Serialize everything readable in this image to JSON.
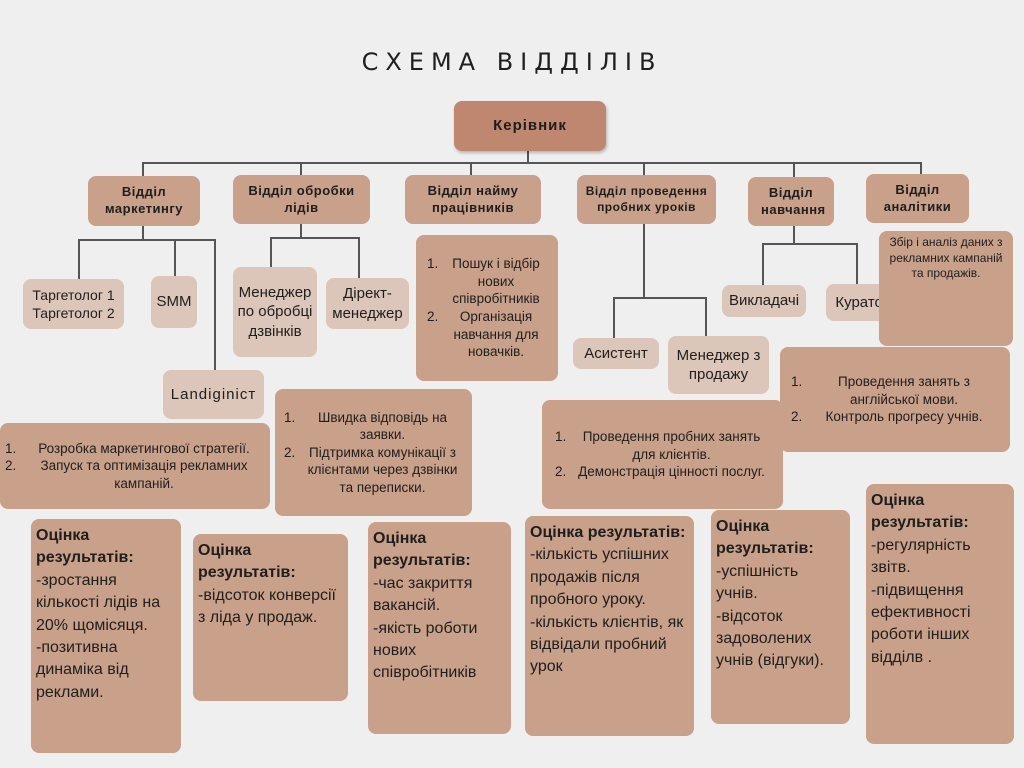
{
  "title": "СХЕМА ВІДДІЛІВ",
  "head": "Керівник",
  "departments": [
    "Відділ маркетингу",
    "Відділ обробки лідів",
    "Відділ найму працівників",
    "Відділ проведення пробних уроків",
    "Відділ навчання",
    "Відділ аналітики"
  ],
  "roles": {
    "targetologist": "Таргетолог 1\nТаргетолог 2",
    "smm": "SMM",
    "landing": "Landiginicт",
    "call_manager": "Менеджер по обробці дзвінків",
    "direct_manager": "Дірект-менеджер",
    "assistant": "Асистент",
    "sales_manager": "Менеджер з продажу",
    "teachers": "Викладачі",
    "curators": "Куратори"
  },
  "tasks": {
    "marketing": [
      "Розробка маркетингової стратегії.",
      "Запуск та оптимізація рекламних кампаній."
    ],
    "leads": [
      "Швидка відповідь на заявки.",
      "Підтримка комунікації з клієнтами через дзвінки та переписки."
    ],
    "hiring": [
      "Пошук і відбір нових співробітників",
      "Організація навчання для новачків."
    ],
    "trial": [
      "Проведення пробних занять для клієнтів.",
      "Демонстрація цінності послуг."
    ],
    "education": [
      "Проведення занять з англійської мови.",
      "Контроль прогресу учнів."
    ],
    "analytics": "Збір і аналіз даних з рекламних кампаній та продажів."
  },
  "eval_heading": "Оцінка результатів:",
  "evaluations": {
    "marketing": [
      "-зростання кількості лідів на 20% щомісяця.",
      "-позитивна динаміка  від реклами."
    ],
    "leads": [
      "-відсоток конверсії з ліда у продаж."
    ],
    "hiring": [
      "-час закриття вакансій.",
      "-якість роботи нових співробітників"
    ],
    "trial": [
      "-кількість успішних продажів після пробного уроку.",
      "-кількість клієнтів, як відвідали пробний урок"
    ],
    "education": [
      "-успішність учнів.",
      "-відсоток задоволених учнів (відгуки)."
    ],
    "analytics": [
      "-регулярність звітв.",
      "-підвищення ефективності роботи інших відділв ."
    ]
  }
}
